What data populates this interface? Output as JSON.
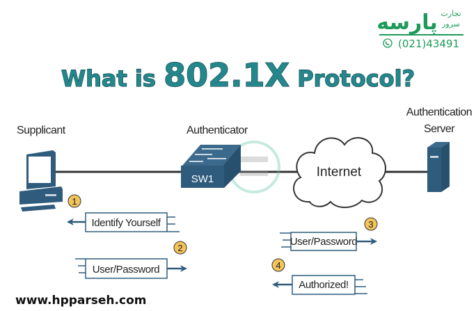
{
  "logo": {
    "brand": "پارسه",
    "tagline_1": "تجارت",
    "tagline_2": "سرور",
    "phone": "(021)43491",
    "color": "#1e9a5a"
  },
  "title": {
    "prefix": "What is ",
    "highlight": "802.1X",
    "suffix": " Protocol?",
    "color": "#23878c"
  },
  "nodes": {
    "supplicant": "Supplicant",
    "authenticator": "Authenticator",
    "switch_label": "SW1",
    "cloud_label": "Internet",
    "server_line1": "Authentication",
    "server_line2": "Server"
  },
  "steps": [
    {
      "number": "1",
      "message": "Identify Yourself",
      "direction": "left"
    },
    {
      "number": "2",
      "message": "User/Password",
      "direction": "right"
    },
    {
      "number": "3",
      "message": "User/Password",
      "direction": "right"
    },
    {
      "number": "4",
      "message": "Authorized!",
      "direction": "left"
    }
  ],
  "footer": {
    "website": "www.hpparseh.com"
  },
  "colors": {
    "device": "#2f5b7c",
    "badge": "#f2c45a"
  }
}
